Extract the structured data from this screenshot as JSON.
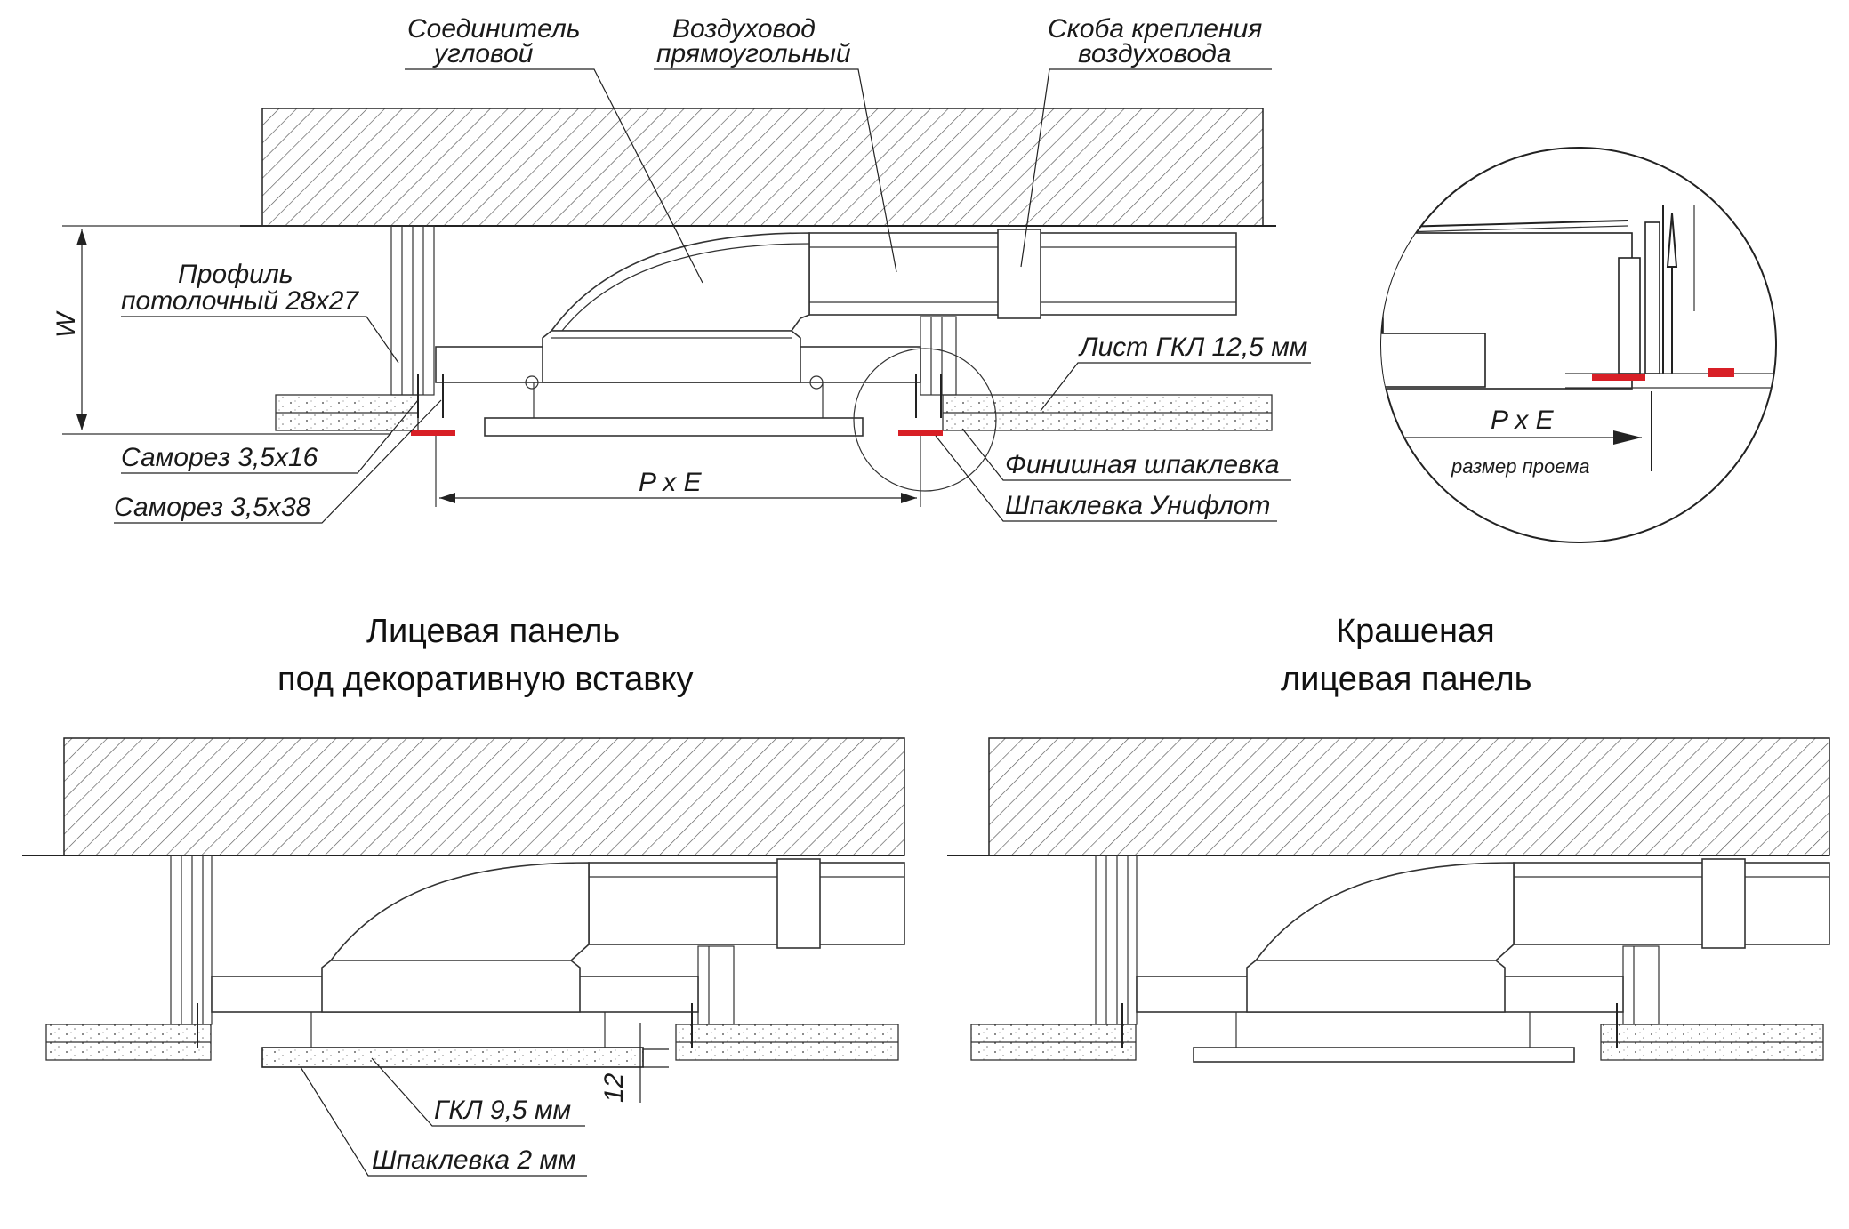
{
  "diagram": {
    "colors": {
      "line": "#222222",
      "sealant": "#d81f26",
      "hatch": "#444444"
    },
    "top_labels": {
      "connector": [
        "Соединитель",
        "угловой"
      ],
      "duct": [
        "Воздуховод",
        "прямоугольный"
      ],
      "bracket": [
        "Скоба крепления",
        "воздуховода"
      ],
      "profile": [
        "Профиль",
        "потолочный 28x27"
      ],
      "height": "W",
      "gkl": "Лист ГКЛ 12,5 мм",
      "screw1": "Саморез 3,5х16",
      "screw2": "Саморез 3,5х38",
      "span": "P x E",
      "finish": "Финишная шпаклевка",
      "uniflot": "Шпаклевка Унифлот"
    },
    "detail": {
      "span": "P x E",
      "caption": "размер проема"
    },
    "bottom_left": {
      "title": [
        "Лицевая панель",
        "под декоративную вставку"
      ],
      "gkl": "ГКЛ 9,5 мм",
      "putty": "Шпаклевка 2 мм",
      "dim": "12"
    },
    "bottom_right": {
      "title": [
        "Крашеная",
        "лицевая панель"
      ]
    }
  }
}
